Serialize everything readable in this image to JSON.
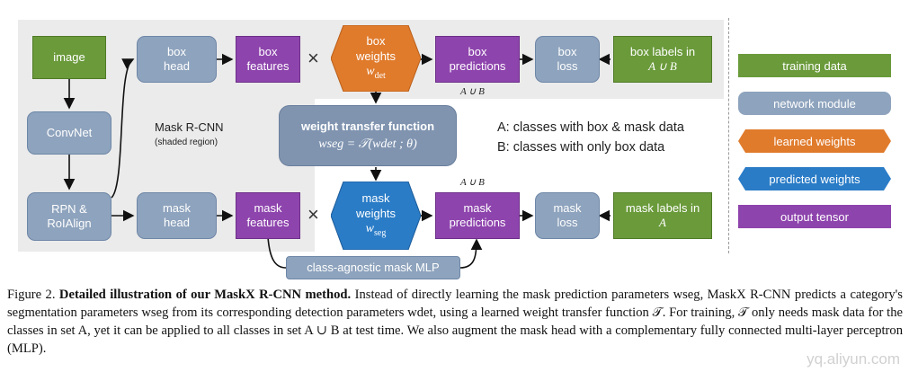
{
  "diagram": {
    "nodes": {
      "image": "image",
      "convnet": "ConvNet",
      "rpn": "RPN &\nRoIAlign",
      "box_head": "box\nhead",
      "box_features": "box\nfeatures",
      "box_weights": "box\nweights",
      "box_weights_sub": "w",
      "box_weights_subscript": "det",
      "box_predictions": "box\npredictions",
      "box_loss": "box\nloss",
      "box_labels": "box labels in",
      "box_labels_set": "A ∪ B",
      "mask_head": "mask\nhead",
      "mask_features": "mask\nfeatures",
      "mask_weights": "mask\nweights",
      "mask_weights_sub": "w",
      "mask_weights_subscript": "seg",
      "mask_predictions": "mask\npredictions",
      "mask_loss": "mask\nloss",
      "mask_labels": "mask labels in",
      "mask_labels_set": "A",
      "wtf_title": "weight transfer function",
      "wtf_formula": "wseg = 𝒯(wdet ; θ)",
      "mlp": "class-agnostic mask MLP"
    },
    "times_symbol": "×",
    "set_label_top": "A ∪ B",
    "set_label_bottom": "A ∪ B",
    "region_title": "Mask R-CNN",
    "region_sub": "(shaded region)",
    "def_a": "A: classes with box & mask data",
    "def_b": "B: classes with only box data"
  },
  "legend": {
    "training": "training data",
    "module": "network module",
    "learned": "learned weights",
    "predicted": "predicted weights",
    "output": "output tensor"
  },
  "colors": {
    "green": "#6a9a3a",
    "blue_gray": "#8ea3bd",
    "orange": "#e07b2c",
    "bright_blue": "#2a7cc7",
    "purple": "#8e44ad"
  },
  "caption": {
    "figure": "Figure 2.",
    "title": "Detailed illustration of our MaskX R-CNN method.",
    "text": "Instead of directly learning the mask prediction parameters wseg, MaskX R-CNN predicts a category's segmentation parameters wseg from its corresponding detection parameters wdet, using a learned weight transfer function 𝒯. For training, 𝒯 only needs mask data for the classes in set A, yet it can be applied to all classes in set A ∪ B at test time. We also augment the mask head with a complementary fully connected multi-layer perceptron (MLP)."
  },
  "watermark": "yq.aliyun.com"
}
